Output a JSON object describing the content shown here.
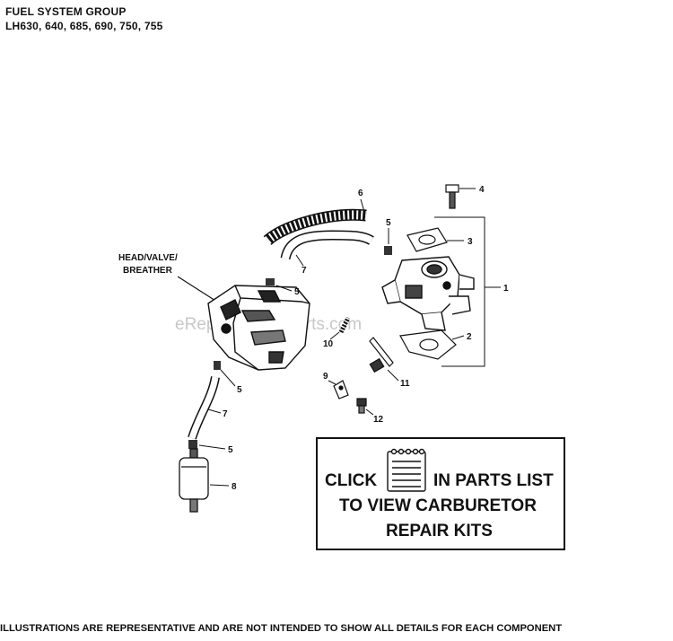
{
  "header": {
    "title": "FUEL SYSTEM GROUP",
    "models": "LH630, 640, 685, 690, 750, 755"
  },
  "labels": {
    "head_valve_1": "HEAD/VALVE/",
    "head_valve_2": "BREATHER"
  },
  "callouts": [
    "1",
    "2",
    "3",
    "4",
    "5",
    "5",
    "5",
    "5",
    "6",
    "7",
    "7",
    "8",
    "9",
    "10",
    "11",
    "12"
  ],
  "kit_box": {
    "click": "CLICK",
    "in_parts_list": "IN PARTS LIST",
    "line2": "TO VIEW CARBURETOR",
    "line3": "REPAIR KITS"
  },
  "watermark": "eReplacementParts.com",
  "footer": "ILLUSTRATIONS ARE REPRESENTATIVE AND ARE NOT INTENDED TO SHOW ALL DETAILS FOR EACH COMPONENT",
  "colors": {
    "line": "#111111",
    "watermark": "#c8c8c8"
  }
}
